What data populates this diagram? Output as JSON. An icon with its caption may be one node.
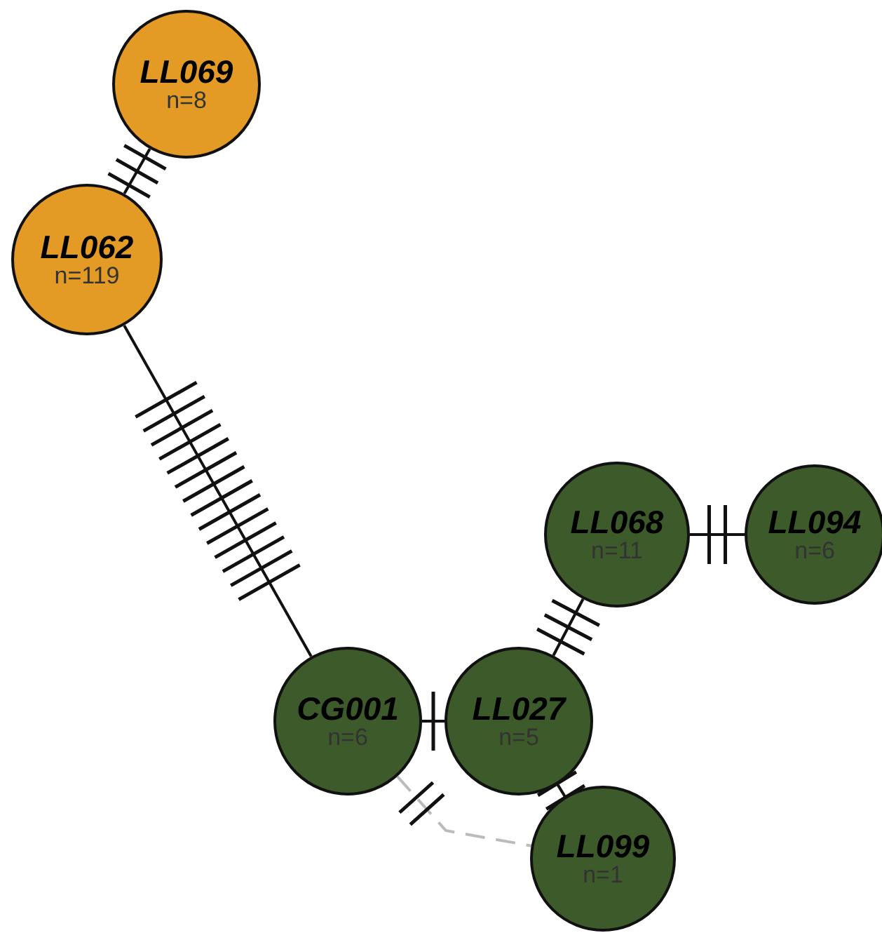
{
  "diagram": {
    "nodes": [
      {
        "text": [
          "LL069",
          "n=8"
        ]
      },
      {
        "text": [
          "LL062",
          "n=119"
        ]
      },
      {
        "text": [
          "CG001",
          "n=6"
        ]
      },
      {
        "text": [
          "LL027",
          "n=5"
        ]
      },
      {
        "text": [
          "LL068",
          "n=11"
        ]
      },
      {
        "text": [
          "LL094",
          "n=6"
        ]
      },
      {
        "text": [
          "LL099",
          "n=1"
        ]
      }
    ],
    "edges": [
      {
        "from": 0,
        "to": 1,
        "arrow": "none"
      },
      {
        "from": 1,
        "to": 2,
        "arrow": "none"
      },
      {
        "from": 2,
        "to": 3,
        "arrow": "none"
      },
      {
        "from": 3,
        "to": 4,
        "arrow": "none"
      },
      {
        "from": 4,
        "to": 5,
        "arrow": "none"
      },
      {
        "from": 3,
        "to": 6,
        "arrow": "none"
      },
      {
        "from": 2,
        "to": 6,
        "arrow": "none",
        "style": "dashed",
        "color": "#bbbbbb"
      }
    ]
  }
}
